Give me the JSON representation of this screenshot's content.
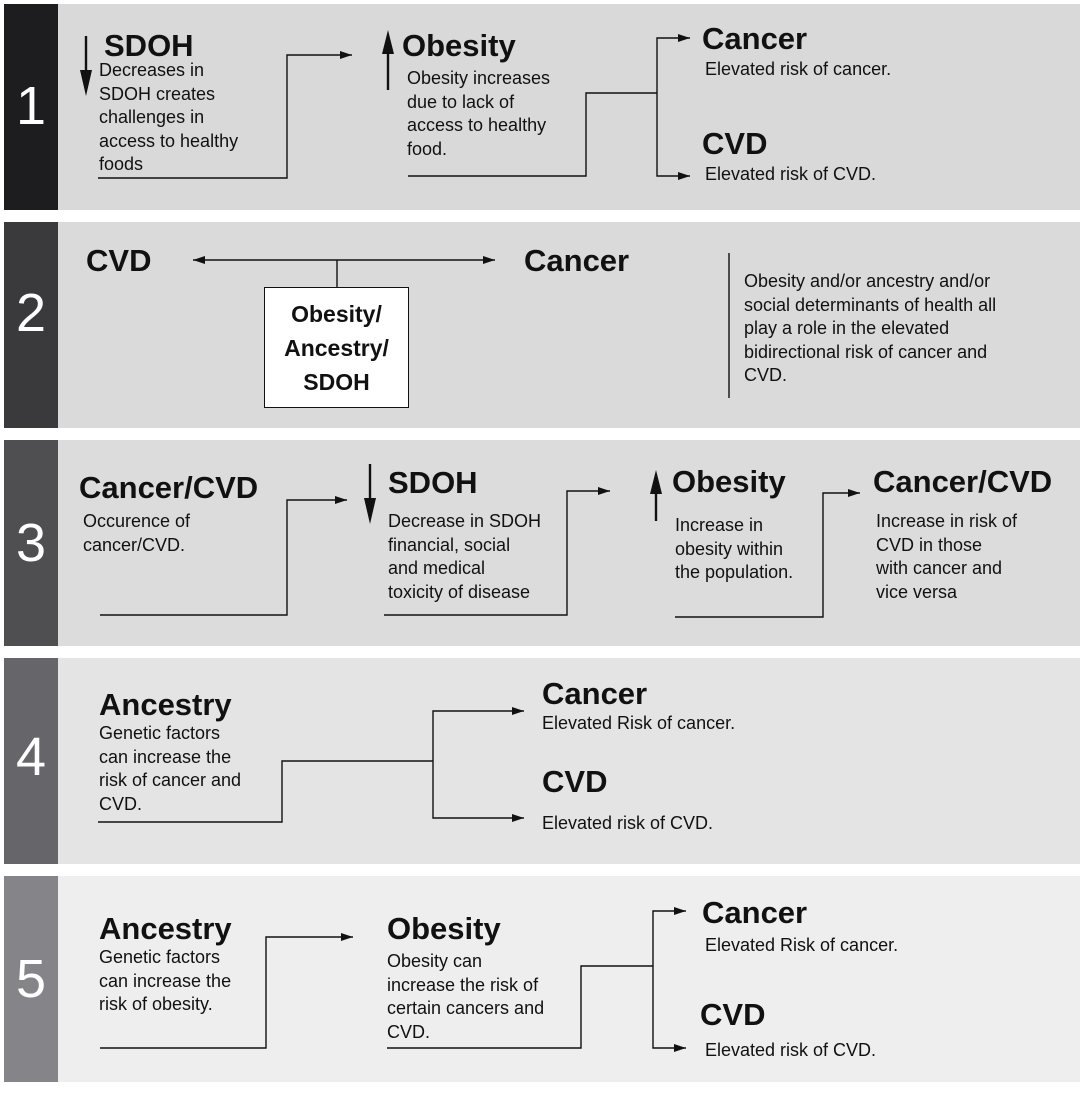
{
  "colors": {
    "panel_backgrounds": [
      "#d9d9da",
      "#dadadb",
      "#dcdcdd",
      "#e4e4e5",
      "#eeeeef"
    ],
    "number_backgrounds": [
      "#1d1d1f",
      "#3a3a3c",
      "#4f4f51",
      "#66666a",
      "#858589"
    ],
    "line": "#111111"
  },
  "panels": [
    {
      "number": "1",
      "sdoh": {
        "heading": "SDOH",
        "arrow": "down-arrow",
        "lines": [
          "Decreases in",
          "SDOH creates",
          "challenges in",
          "access to healthy",
          "foods"
        ]
      },
      "obesity": {
        "heading": "Obesity",
        "arrow": "up-arrow",
        "lines": [
          "Obesity increases",
          "due to lack of",
          "access to healthy",
          "food."
        ]
      },
      "cancer": {
        "heading": "Cancer",
        "lines": [
          "Elevated risk of cancer."
        ]
      },
      "cvd": {
        "heading": "CVD",
        "lines": [
          "Elevated risk of CVD."
        ]
      }
    },
    {
      "number": "2",
      "cvd_label": "CVD",
      "cancer_label": "Cancer",
      "box_lines": [
        "Obesity/",
        "Ancestry/",
        "SDOH"
      ],
      "note_lines": [
        "Obesity and/or ancestry and/or",
        "social determinants of health all",
        "play a role in the elevated",
        "bidirectional risk of cancer and",
        "CVD."
      ]
    },
    {
      "number": "3",
      "start": {
        "heading": "Cancer/CVD",
        "lines": [
          "Occurence of",
          "cancer/CVD."
        ]
      },
      "sdoh": {
        "heading": "SDOH",
        "arrow": "down-arrow",
        "lines": [
          "Decrease in SDOH",
          "financial, social",
          "and medical",
          "toxicity of disease"
        ]
      },
      "obesity": {
        "heading": "Obesity",
        "arrow": "up-arrow",
        "lines": [
          "Increase in",
          "obesity within",
          "the population."
        ]
      },
      "end": {
        "heading": "Cancer/CVD",
        "lines": [
          "Increase in risk of",
          "CVD in those",
          "with cancer and",
          "vice versa"
        ]
      }
    },
    {
      "number": "4",
      "ancestry": {
        "heading": "Ancestry",
        "lines": [
          "Genetic factors",
          "can increase the",
          "risk of cancer and",
          "CVD."
        ]
      },
      "cancer": {
        "heading": "Cancer",
        "lines": [
          "Elevated Risk of cancer."
        ]
      },
      "cvd": {
        "heading": "CVD",
        "lines": [
          "Elevated risk of CVD."
        ]
      }
    },
    {
      "number": "5",
      "ancestry": {
        "heading": "Ancestry",
        "lines": [
          "Genetic factors",
          "can increase the",
          "risk of obesity."
        ]
      },
      "obesity": {
        "heading": "Obesity",
        "lines": [
          "Obesity can",
          "increase the risk of",
          "certain cancers and",
          "CVD."
        ]
      },
      "cancer": {
        "heading": "Cancer",
        "lines": [
          "Elevated Risk of cancer."
        ]
      },
      "cvd": {
        "heading": "CVD",
        "lines": [
          "Elevated risk of CVD."
        ]
      }
    }
  ]
}
